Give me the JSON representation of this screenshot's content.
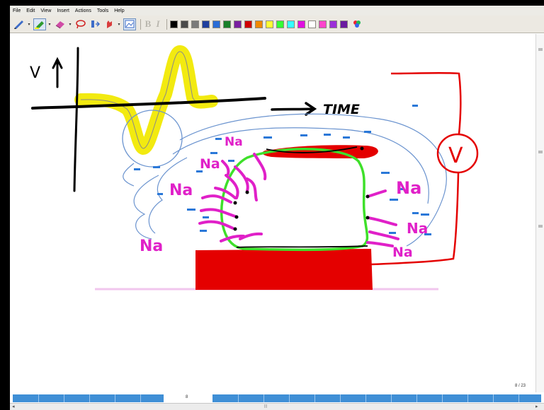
{
  "menu": [
    "File",
    "Edit",
    "View",
    "Insert",
    "Actions",
    "Tools",
    "Help"
  ],
  "toolbar": {
    "tools": [
      "pen-icon",
      "highlighter-icon",
      "eraser-icon",
      "lasso-icon",
      "insert-space-icon",
      "hand-icon",
      "image-icon"
    ],
    "text_buttons": [
      "B",
      "I"
    ],
    "colors": [
      "#000000",
      "#4a4a4a",
      "#7a7a7a",
      "#1f3f9e",
      "#2a6cd6",
      "#1a7f2a",
      "#7a1fa0",
      "#d00000",
      "#f08a00",
      "#ffff33",
      "#33ff33",
      "#33ffff",
      "#e010e0",
      "#ffffff",
      "#ff44cc",
      "#9b2fd8",
      "#6a1aa0",
      "palette-icon"
    ]
  },
  "drawing": {
    "axis_labels": {
      "y": "V",
      "x": "TIME"
    },
    "meter_label": "V",
    "sodium_label": "Na",
    "colors": {
      "ink": "#000000",
      "highlight": "#f2ea10",
      "membrane": "#3ee02a",
      "electrode": "#e40000",
      "sodium": "#e020c8",
      "charge": "#2a78d8",
      "field": "#6a93cf"
    }
  },
  "page_indicator": "8 / 23",
  "page_tab_current": "8"
}
